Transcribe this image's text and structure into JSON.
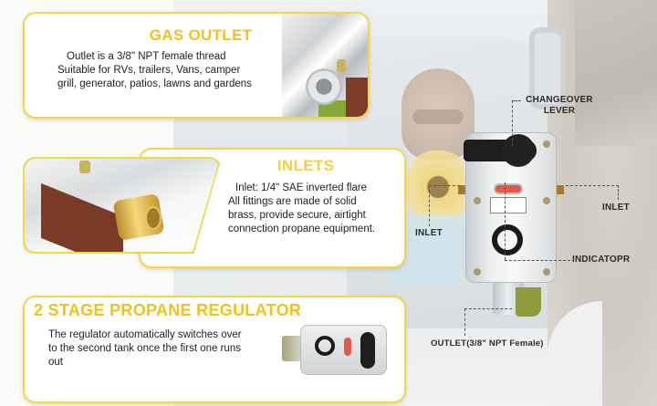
{
  "image": {
    "type": "product infographic",
    "product": "2 stage propane regulator",
    "colors": {
      "accent_yellow": "#f2c21b",
      "card_border": "#f1d64e",
      "text_dark": "#222222",
      "indicator_red": "#e2574c",
      "lever_black": "#1e1e1e",
      "brass": "#d9b24e"
    }
  },
  "cards": {
    "gas_outlet": {
      "title": "GAS OUTLET",
      "lines": [
        "Outlet is a 3/8\" NPT female thread",
        "Suitable for RVs, trailers, Vans, camper",
        "grill, generator, patios, lawns and gardens"
      ]
    },
    "inlets": {
      "title": "INLETS",
      "lines": [
        "Inlet: 1/4\" SAE inverted flare",
        "All fittings are made of solid",
        "brass, provide secure, airtight",
        "connection propane equipment."
      ]
    },
    "regulator": {
      "title": "2 STAGE PROPANE REGULATOR",
      "lines": [
        "The regulator automatically switches over",
        "to the second tank once the first one runs",
        "out"
      ]
    }
  },
  "callouts": {
    "changeover_line1": "CHANGEOVER",
    "changeover_line2": "LEVER",
    "inlet_left": "INLET",
    "inlet_right": "INLET",
    "indicator": "INDICATOPR",
    "outlet": "OUTLET(3/8\"  NPT Female)"
  }
}
